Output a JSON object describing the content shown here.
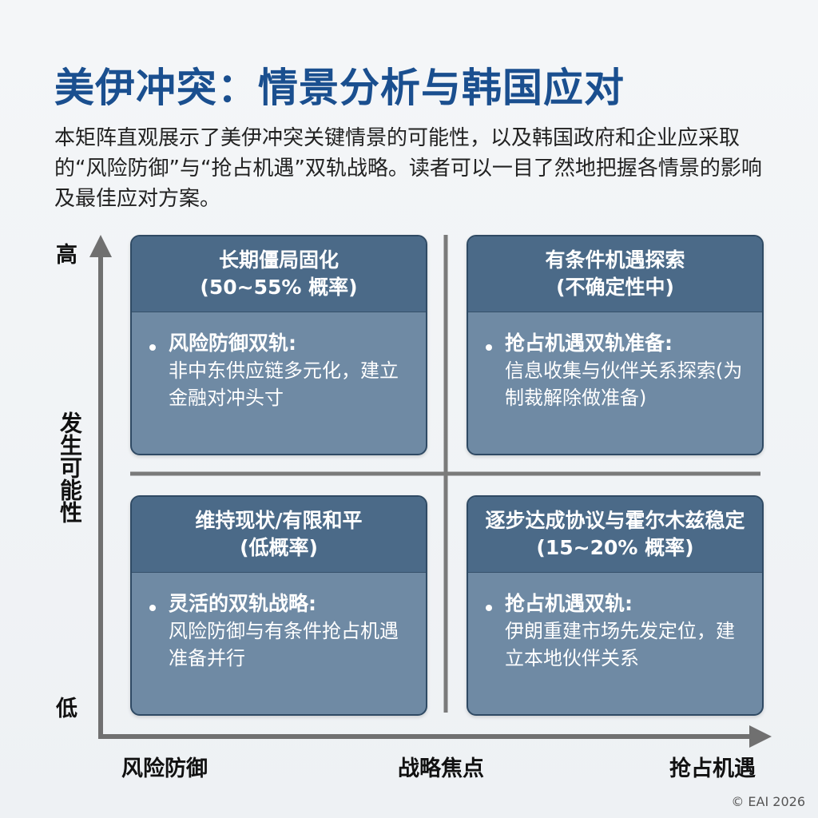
{
  "title": "美伊冲突：情景分析与韩国应对",
  "intro": "本矩阵直观展示了美伊冲突关键情景的可能性，以及韩国政府和企业应采取的“风险防御”与“抢占机遇”双轨战略。读者可以一目了然地把握各情景的影响及最佳应对方案。",
  "y_axis": {
    "high": "高",
    "low": "低",
    "title": "发生可能性"
  },
  "x_axis": {
    "left": "风险防御",
    "center": "战略焦点",
    "right": "抢占机遇"
  },
  "quadrants": {
    "top_left": {
      "title": "长期僵局固化",
      "subtitle": "(50~55% 概率)",
      "bullet_title": "风险防御双轨:",
      "bullet_text": "非中东供应链多元化，建立金融对冲头寸"
    },
    "top_right": {
      "title": "有条件机遇探索",
      "subtitle": "(不确定性中)",
      "bullet_title": "抢占机遇双轨准备:",
      "bullet_text": "信息收集与伙伴关系探索(为制裁解除做准备)"
    },
    "bottom_left": {
      "title": "维持现状/有限和平",
      "subtitle": "(低概率)",
      "bullet_title": "灵活的双轨战略:",
      "bullet_text": "风险防御与有条件抢占机遇准备并行"
    },
    "bottom_right": {
      "title": "逐步达成协议与霍尔木兹稳定",
      "subtitle": "(15~20% 概率)",
      "bullet_title": "抢占机遇双轨:",
      "bullet_text": "伊朗重建市场先发定位，建立本地伙伴关系"
    }
  },
  "copyright": "© EAI 2026",
  "colors": {
    "title": "#1a4f8f",
    "quad_header": "#4b6a88",
    "quad_body": "#6f8aa4",
    "axis": "#707070"
  }
}
